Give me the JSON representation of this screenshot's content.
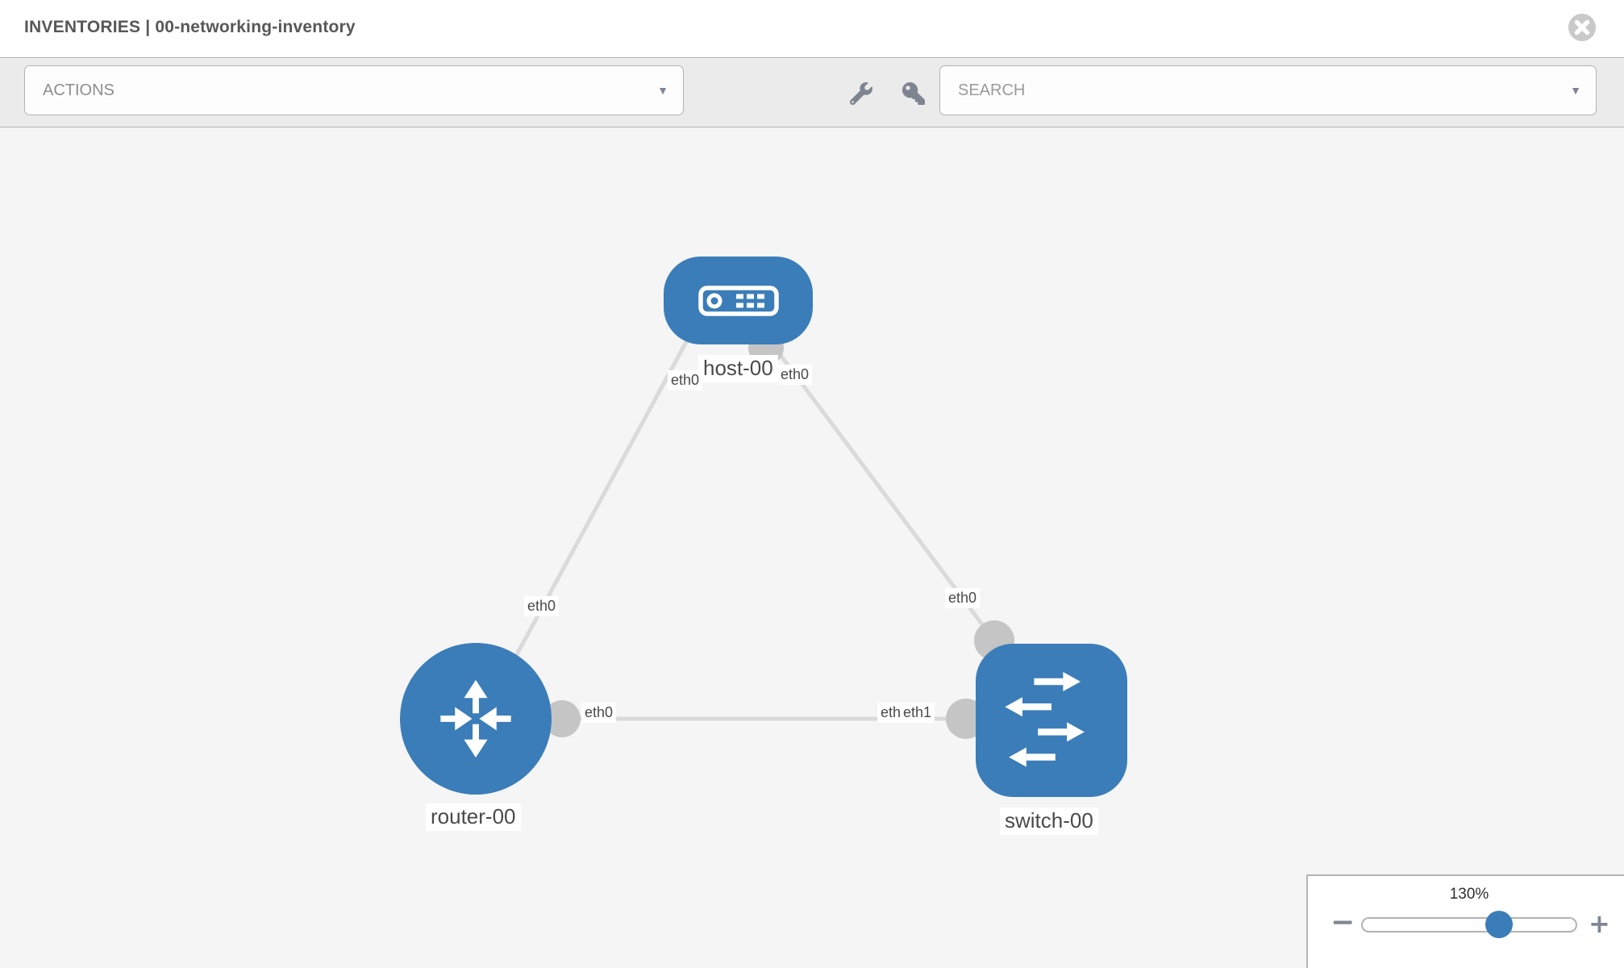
{
  "header": {
    "title": "INVENTORIES | 00-networking-inventory"
  },
  "toolbar": {
    "actions_label": "ACTIONS",
    "search_placeholder": "SEARCH"
  },
  "icons": {
    "caret": "▼",
    "minus": "−",
    "plus": "+"
  },
  "topology": {
    "nodes": [
      {
        "id": "host-00",
        "type": "host",
        "label": "host-00"
      },
      {
        "id": "router-00",
        "type": "router",
        "label": "router-00"
      },
      {
        "id": "switch-00",
        "type": "switch",
        "label": "switch-00"
      }
    ],
    "links": [
      {
        "from": "host-00",
        "from_interface": "eth0",
        "to": "router-00",
        "to_interface": "eth0"
      },
      {
        "from": "host-00",
        "from_interface": "eth0",
        "to": "switch-00",
        "to_interface": "eth0"
      },
      {
        "from": "router-00",
        "from_interface": "eth0",
        "to": "switch-00",
        "to_interface": "eth1"
      }
    ],
    "interface_labels": {
      "host_left": "eth0",
      "host_right": "eth0",
      "router_top": "eth0",
      "switch_top": "eth0",
      "link_mid_left": "eth0",
      "link_mid_right_back": "eth0",
      "link_mid_right_front": "eth1"
    }
  },
  "zoom_control": {
    "level": "130%"
  },
  "colors": {
    "node_blue": "#3b7db9",
    "link_gray": "#dadada",
    "dot_gray": "#c5c5c5",
    "toolbar_bg": "#ebebeb",
    "canvas_bg": "#f5f5f6",
    "label_text": "#4a4a4a"
  }
}
